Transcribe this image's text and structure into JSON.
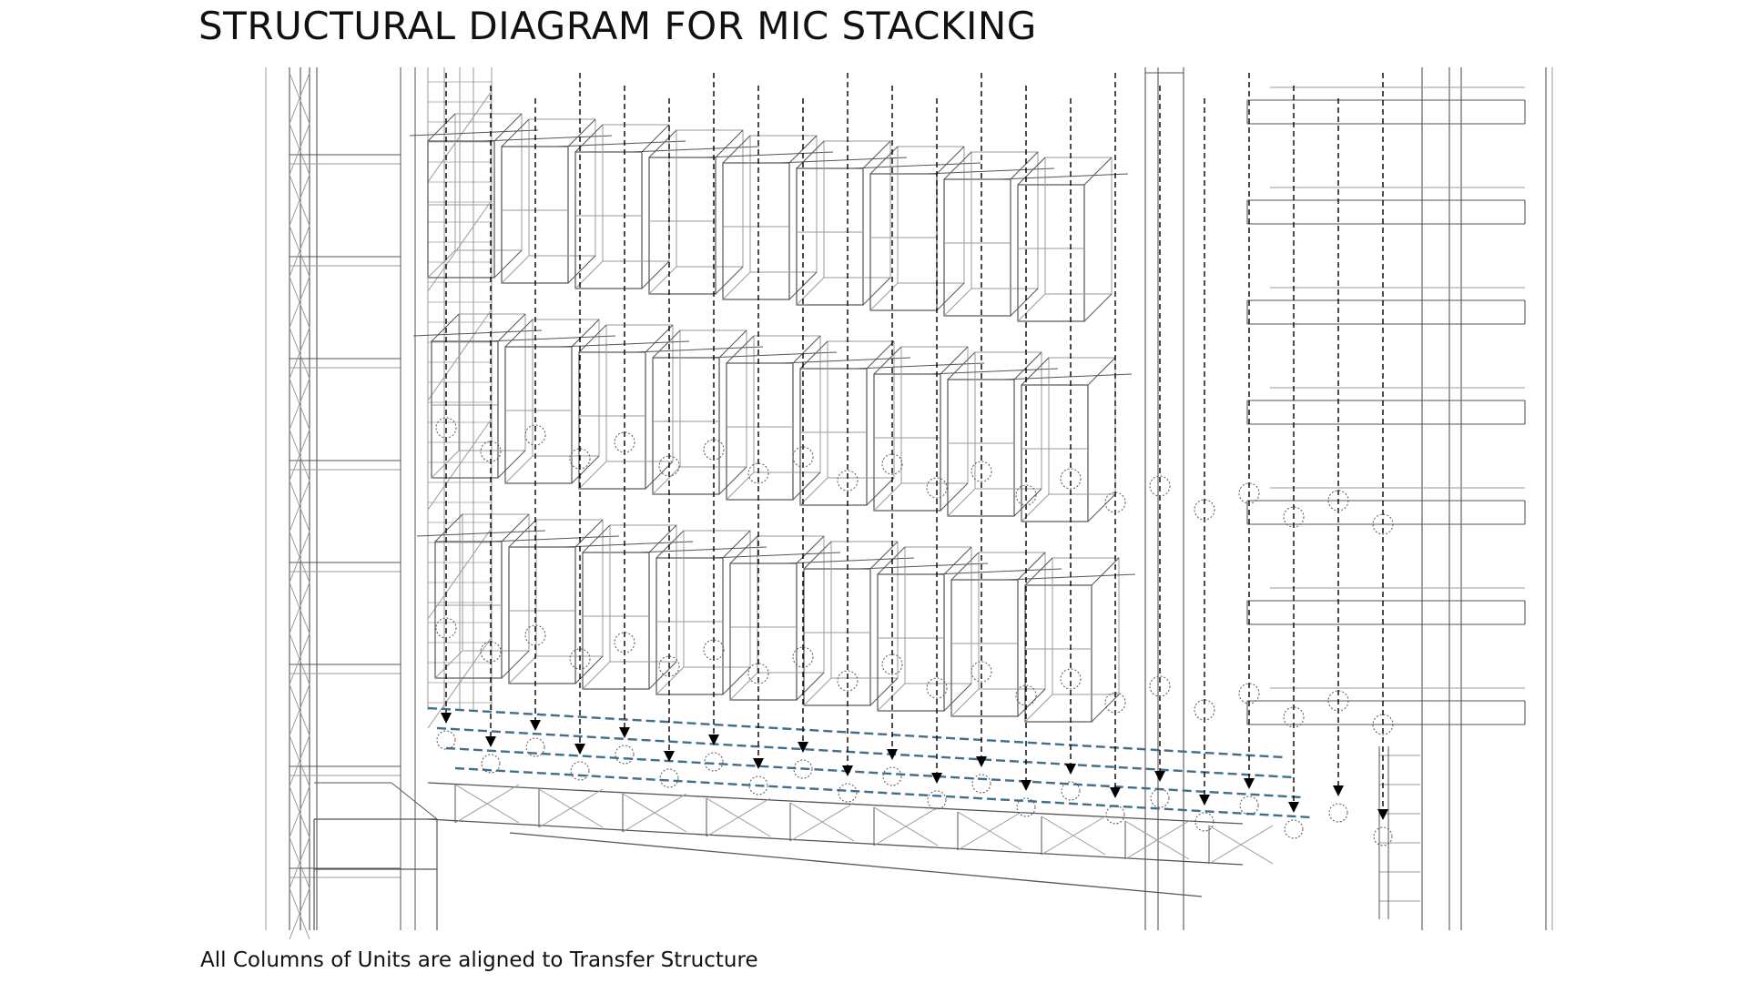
{
  "title": "STRUCTURAL DIAGRAM FOR MIC STACKING",
  "caption": "All Columns of Units are aligned to Transfer Structure",
  "colors": {
    "line": "#555555",
    "light_line": "#9a9a9a",
    "transfer_beam": "#3f6f8f",
    "arrow": "#000000"
  },
  "diagram": {
    "module_tiers": 3,
    "module_columns": 9,
    "load_paths": 22
  }
}
